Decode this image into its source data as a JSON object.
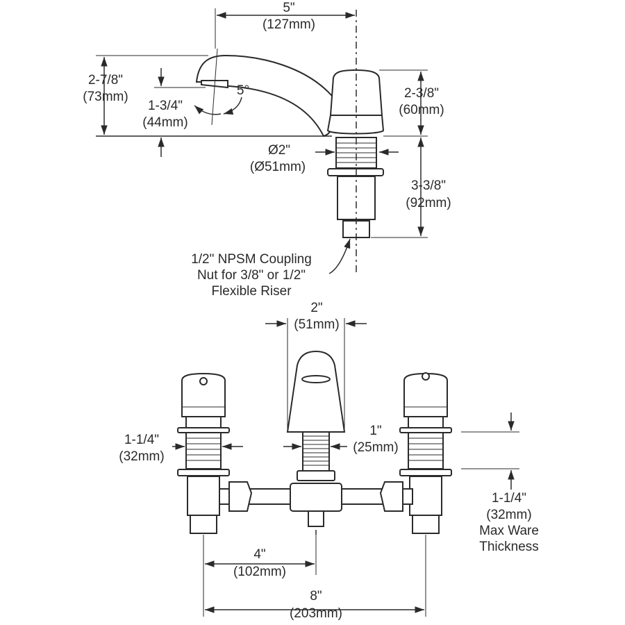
{
  "side_view": {
    "dim_spout_reach": {
      "in": "5\"",
      "mm": "(127mm)"
    },
    "dim_spout_height": {
      "in": "2-7/8\"",
      "mm": "(73mm)"
    },
    "dim_aerator_height": {
      "in": "1-3/4\"",
      "mm": "(44mm)"
    },
    "angle": "5°",
    "dim_handle_height": {
      "in": "2-3/8\"",
      "mm": "(60mm)"
    },
    "dim_shank_diameter": {
      "in": "Ø2\"",
      "mm": "(Ø51mm)"
    },
    "dim_shank_length": {
      "in": "3-3/8\"",
      "mm": "(92mm)"
    },
    "coupling_note": [
      "1/2\" NPSM Coupling",
      "Nut for 3/8\" or 1/2\"",
      "Flexible Riser"
    ]
  },
  "front_view": {
    "dim_spout_width": {
      "in": "2\"",
      "mm": "(51mm)"
    },
    "dim_valve_diameter": {
      "in": "1-1/4\"",
      "mm": "(32mm)"
    },
    "dim_spout_shank": {
      "in": "1\"",
      "mm": "(25mm)"
    },
    "dim_ware_thickness": {
      "in": "1-1/4\"",
      "mm": "(32mm)",
      "note": [
        "Max Ware",
        "Thickness"
      ]
    },
    "dim_half_spread": {
      "in": "4\"",
      "mm": "(102mm)"
    },
    "dim_spread": {
      "in": "8\"",
      "mm": "(203mm)"
    }
  }
}
